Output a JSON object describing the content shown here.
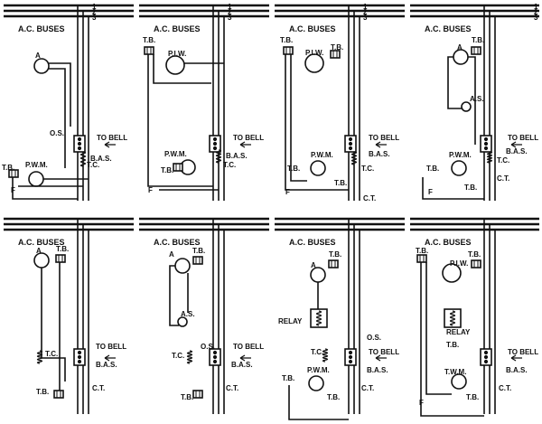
{
  "panels": [
    {
      "bus_label": "A.C. BUSES",
      "bus_numbers": [
        "1",
        "2",
        "3"
      ],
      "labels": [
        "A",
        "O.S.",
        "TO BELL",
        "B.A.S.",
        "P.W.M.",
        "T.C.",
        "T.B.",
        "F"
      ]
    },
    {
      "bus_label": "A.C. BUSES",
      "bus_numbers": [
        "1",
        "2",
        "3"
      ],
      "labels": [
        "T.B.",
        "P.I.W.",
        "TO BELL",
        "B.A.S.",
        "P.W.M.",
        "T.B.",
        "T.C.",
        "F"
      ]
    },
    {
      "bus_label": "A.C. BUSES",
      "bus_numbers": [
        "1",
        "2",
        "3"
      ],
      "labels": [
        "T.B.",
        "P.I.W.",
        "T.B.",
        "TO BELL",
        "B.A.S.",
        "T.B.",
        "P.W.M.",
        "T.B.",
        "T.C.",
        "C.T.",
        "F"
      ]
    },
    {
      "bus_label": "A.C. BUSES",
      "bus_numbers": [
        "1",
        "2",
        "3"
      ],
      "labels": [
        "A",
        "T.B.",
        "A.S.",
        "TO BELL",
        "B.A.S.",
        "T.B.",
        "P.W.M.",
        "T.B.",
        "T.C.",
        "C.T.",
        "F"
      ]
    },
    {
      "bus_label": "A.C. BUSES",
      "bus_numbers": [],
      "labels": [
        "A",
        "T.B.",
        "T.C.",
        "TO BELL",
        "B.A.S.",
        "C.T.",
        "T.B."
      ]
    },
    {
      "bus_label": "A.C. BUSES",
      "bus_numbers": [],
      "labels": [
        "A",
        "T.B.",
        "A.S.",
        "T.C.",
        "O.S.",
        "TO BELL",
        "B.A.S.",
        "C.T.",
        "T.B."
      ]
    },
    {
      "bus_label": "A.C. BUSES",
      "bus_numbers": [],
      "labels": [
        "A",
        "T.B.",
        "RELAY",
        "O.S.",
        "T.C.",
        "TO BELL",
        "B.A.S.",
        "T.B.",
        "P.W.M.",
        "T.B.",
        "C.T."
      ]
    },
    {
      "bus_label": "A.C. BUSES",
      "bus_numbers": [],
      "labels": [
        "T.B.",
        "P.I.W.",
        "T.B.",
        "RELAY",
        "T.B.",
        "TO BELL",
        "B.A.S.",
        "T.W.M.",
        "T.B.",
        "C.T.",
        "F"
      ]
    }
  ]
}
